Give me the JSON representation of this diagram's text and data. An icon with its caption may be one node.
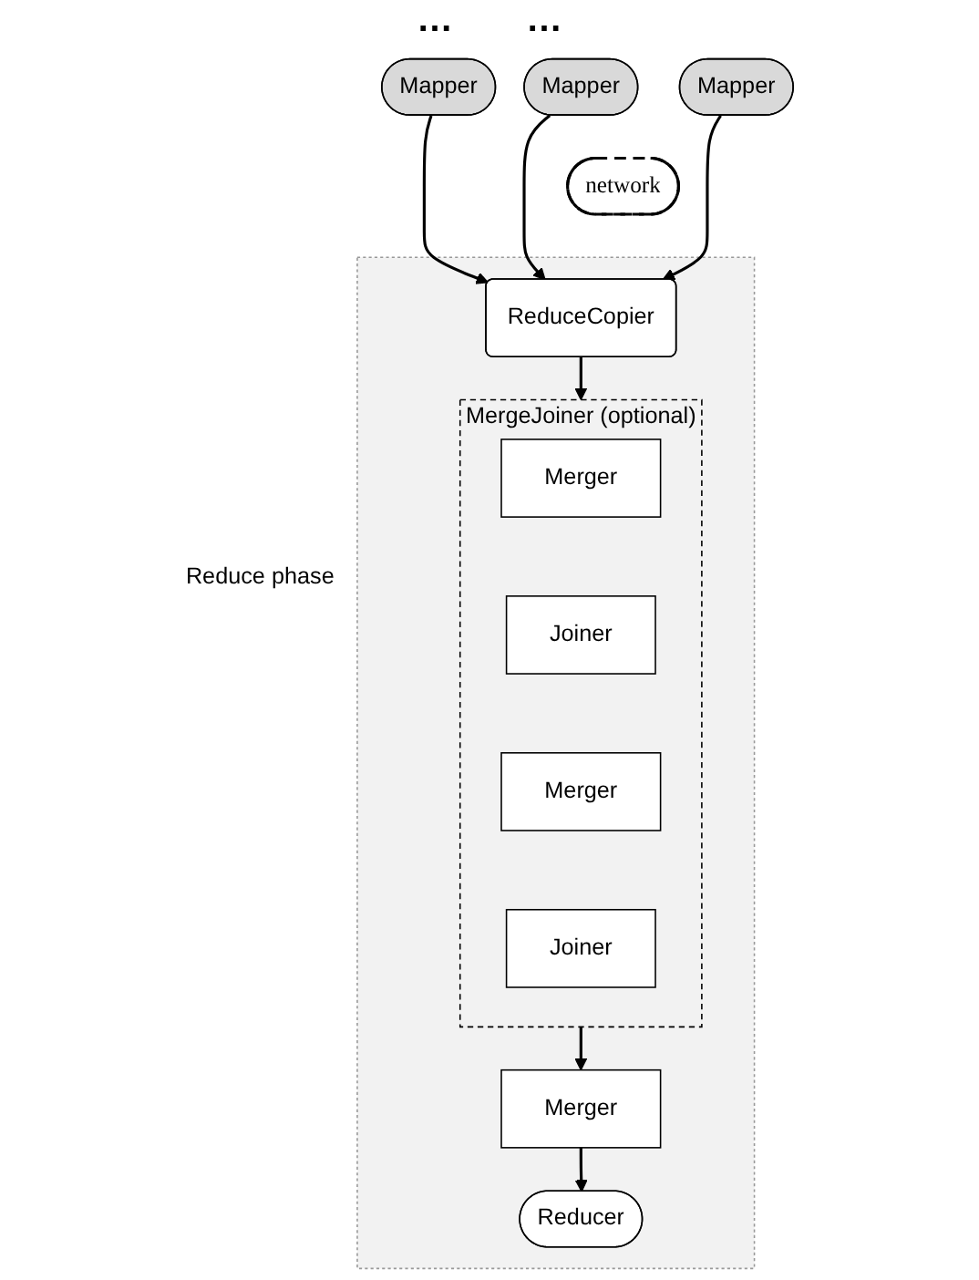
{
  "diagram": {
    "nodes": [
      {
        "text": [
          "Mapper"
        ]
      },
      {
        "text": [
          "Mapper"
        ]
      },
      {
        "text": [
          "Mapper"
        ]
      },
      {
        "text": [
          "network"
        ]
      },
      {
        "text": [
          "Reduce phase"
        ]
      },
      {
        "text": [
          "ReduceCopier"
        ],
        "in": 4
      },
      {
        "text": [
          "MergeJoiner (optional)"
        ],
        "in": 4
      },
      {
        "text": [
          "Merger"
        ],
        "in": 6
      },
      {
        "text": [
          "Joiner"
        ],
        "in": 6
      },
      {
        "text": [
          "Merger"
        ],
        "in": 6
      },
      {
        "text": [
          "Joiner"
        ],
        "in": 6
      },
      {
        "text": [
          "Merger"
        ],
        "in": 4
      },
      {
        "text": [
          "Reducer"
        ],
        "in": 4
      }
    ],
    "edges": [
      {
        "from": 0,
        "to": 5,
        "arrow": "to"
      },
      {
        "from": 1,
        "to": 5,
        "arrow": "to"
      },
      {
        "from": 2,
        "to": 5,
        "arrow": "to"
      },
      {
        "from": 5,
        "to": 6,
        "arrow": "to"
      },
      {
        "from": 6,
        "to": 11,
        "arrow": "to"
      },
      {
        "from": 11,
        "to": 12,
        "arrow": "to"
      }
    ],
    "labels": [
      "…",
      "…"
    ]
  }
}
